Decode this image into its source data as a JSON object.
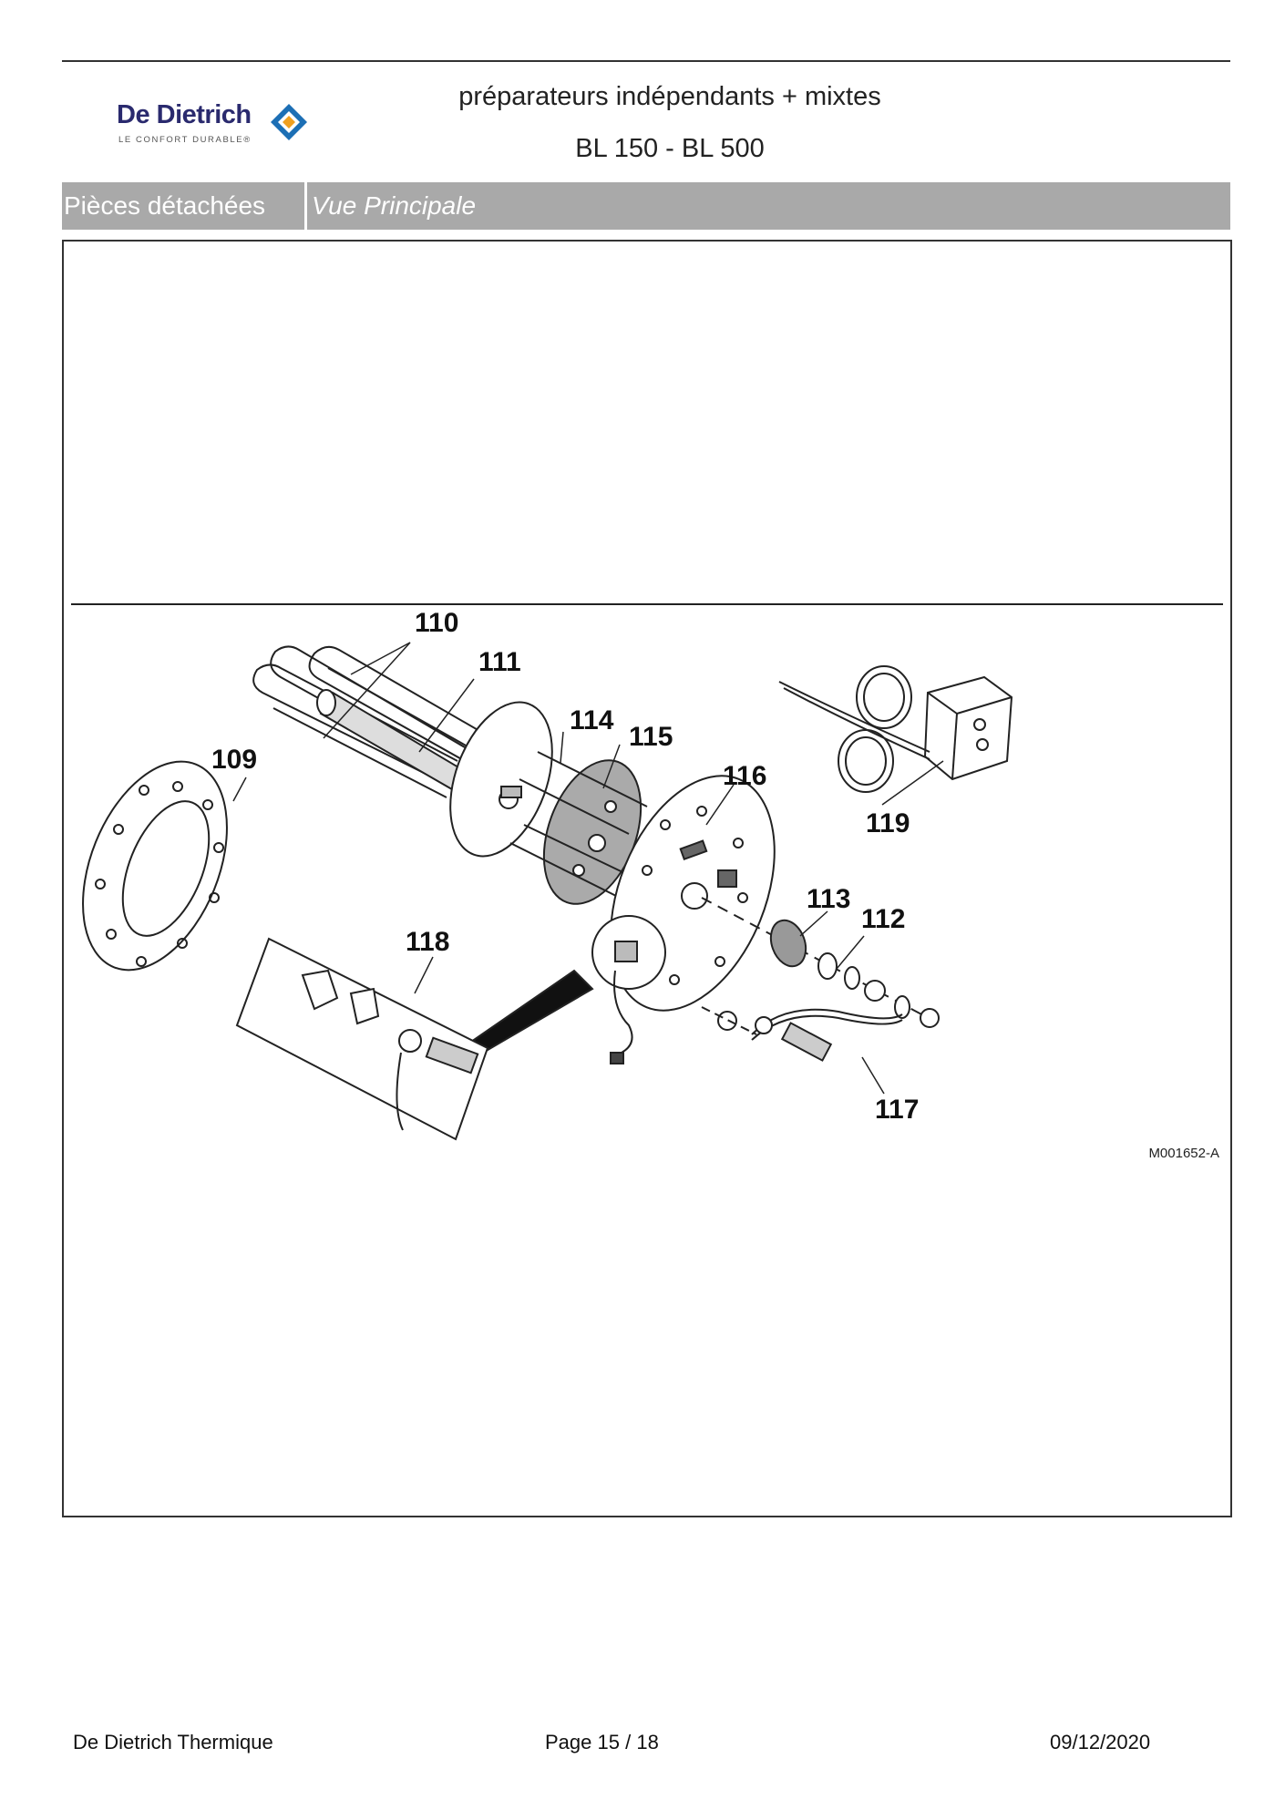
{
  "header": {
    "brand": "De Dietrich",
    "tagline": "LE CONFORT DURABLE®",
    "title": "préparateurs indépendants + mixtes",
    "subtitle": "BL 150 - BL 500"
  },
  "banner": {
    "section": "Pièces détachées",
    "view": "Vue Principale"
  },
  "diagram": {
    "part_labels": {
      "p109": "109",
      "p110": "110",
      "p111": "111",
      "p112": "112",
      "p113": "113",
      "p114": "114",
      "p115": "115",
      "p116": "116",
      "p117": "117",
      "p118": "118",
      "p119": "119"
    },
    "reference": "M001652-A"
  },
  "footer": {
    "company": "De Dietrich Thermique",
    "page_word": "Page",
    "page_number": "15",
    "page_separator": "/",
    "page_total": "18",
    "date": "09/12/2020"
  },
  "colors": {
    "banner": "#a9a9a9",
    "brand_navy": "#2a2a6e",
    "brand_orange": "#f0a020",
    "brand_blue": "#1c6fb5"
  }
}
